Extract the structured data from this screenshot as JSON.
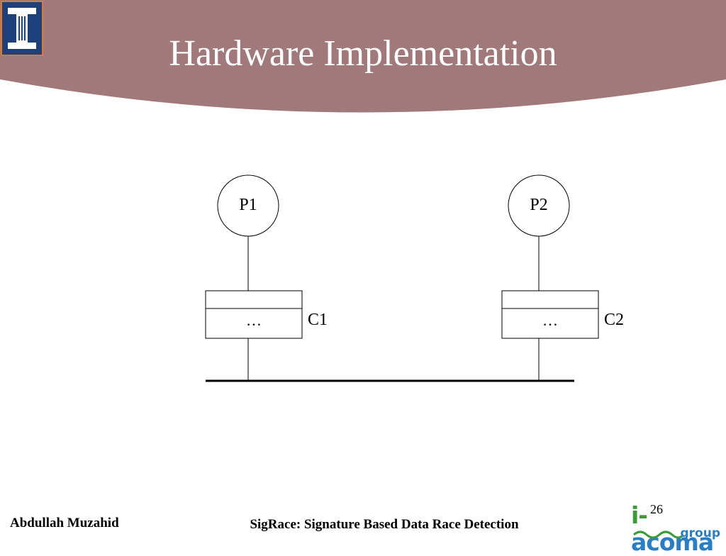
{
  "slide": {
    "title": "Hardware Implementation",
    "page_number": "26"
  },
  "diagram": {
    "processors": [
      {
        "label": "P1"
      },
      {
        "label": "P2"
      }
    ],
    "caches": [
      {
        "label": "C1",
        "contents": "…"
      },
      {
        "label": "C2",
        "contents": "…"
      }
    ]
  },
  "footer": {
    "author": "Abdullah Muzahid",
    "talk_title": "SigRace: Signature Based Data Race Detection"
  },
  "logos": {
    "left": "university-block-i-logo",
    "right_brand_i": "i-",
    "right_brand_main": "acoma",
    "right_brand_sub": "group"
  },
  "colors": {
    "header_band": "#a07a7a",
    "logo_blue": "#1d3f7a",
    "logo_orange": "#e87722",
    "brand_blue": "#2a7fc4",
    "brand_green": "#3c9a37"
  }
}
